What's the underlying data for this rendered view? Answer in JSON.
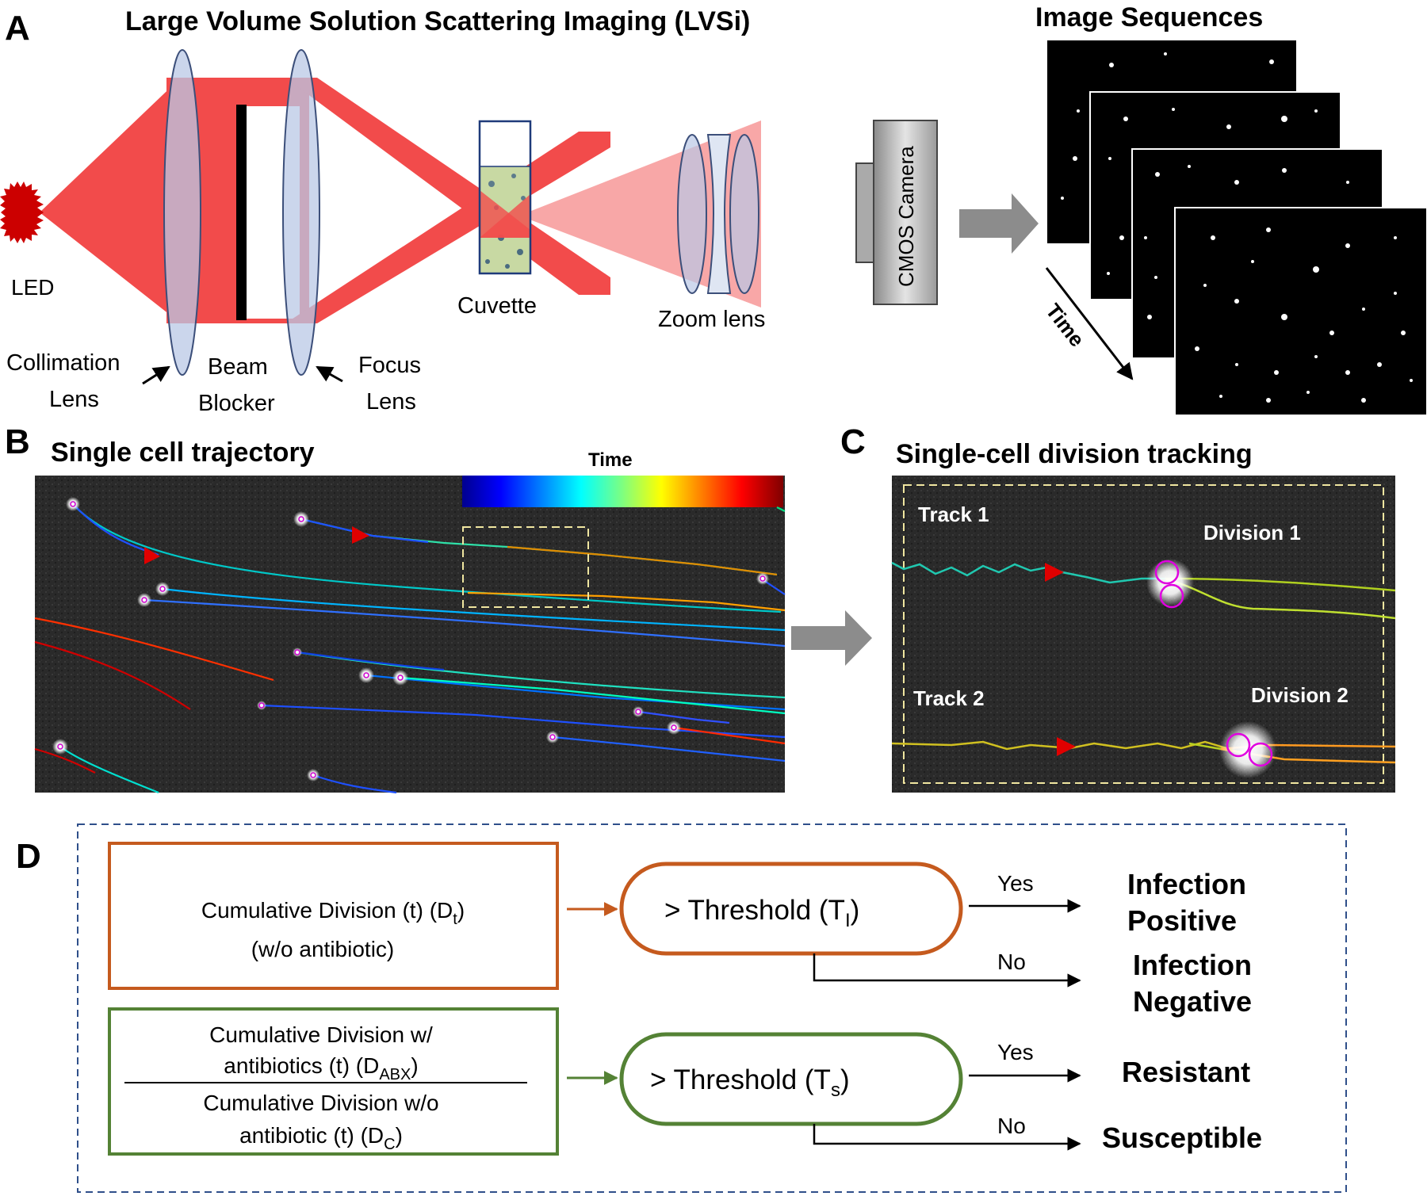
{
  "panel_a": {
    "letter": "A",
    "title": "Large Volume Solution Scattering Imaging (LVSi)",
    "led": "LED",
    "collimation_l1": "Collimation",
    "collimation_l2": "Lens",
    "beam_l1": "Beam",
    "beam_l2": "Blocker",
    "focus_l1": "Focus",
    "focus_l2": "Lens",
    "cuvette": "Cuvette",
    "zoom": "Zoom lens",
    "camera": "CMOS Camera",
    "sequences_title": "Image Sequences",
    "time_label": "Time"
  },
  "panel_b": {
    "letter": "B",
    "title": "Single cell trajectory",
    "colorbar_label": "Time"
  },
  "panel_c": {
    "letter": "C",
    "title": "Single-cell division tracking",
    "track1": "Track 1",
    "track2": "Track 2",
    "division1": "Division 1",
    "division2": "Division 2"
  },
  "panel_d": {
    "letter": "D",
    "box1_line1": "Cumulative Division (t) (D",
    "box1_line1_sub": "t",
    "box1_line1_end": ")",
    "box1_line2": "(w/o antibiotic)",
    "threshold1": "> Threshold (T",
    "threshold1_sub": "I",
    "threshold1_end": ")",
    "yes1": "Yes",
    "no1": "No",
    "result_pos_l1": "Infection",
    "result_pos_l2": "Positive",
    "result_neg_l1": "Infection",
    "result_neg_l2": "Negative",
    "num_l1": "Cumulative Division w/",
    "num_l2": "antibiotics (t) (D",
    "num_l2_sub": "ABX",
    "num_l2_end": ")",
    "den_l1": "Cumulative Division w/o",
    "den_l2": "antibiotic (t) (D",
    "den_l2_sub": "C",
    "den_l2_end": ")",
    "threshold2": "> Threshold (T",
    "threshold2_sub": "s",
    "threshold2_end": ")",
    "yes2": "Yes",
    "no2": "No",
    "resistant": "Resistant",
    "susceptible": "Susceptible"
  },
  "colors": {
    "beam": "#f24b4b",
    "lens": "#b9c8e6",
    "orange_box": "#c55a1e",
    "green_box": "#548235",
    "dashed_border": "#2f4f8a"
  }
}
